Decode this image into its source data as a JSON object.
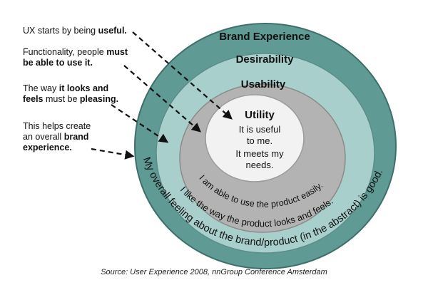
{
  "rings": {
    "brand_experience": {
      "title": "Brand Experience",
      "arc_text": "My overall feeling about the brand/product (in the abstract) is good.",
      "color": "#5f9a94"
    },
    "desirability": {
      "title": "Desirability",
      "arc_text": "I like the way the product looks and feels.",
      "color": "#a8cfcc"
    },
    "usability": {
      "title": "Usability",
      "arc_text": "I am able to use the product easily.",
      "color": "#b3b3b3"
    },
    "utility": {
      "title": "Utility",
      "lines": [
        "It is useful",
        "to me.",
        "It meets my",
        "needs."
      ],
      "color": "#f2f2f2"
    }
  },
  "annotations": [
    {
      "parts": [
        {
          "t": "UX starts by being ",
          "b": false
        },
        {
          "t": "useful.",
          "b": true
        }
      ]
    },
    {
      "parts": [
        {
          "t": "Functionality, people ",
          "b": false
        },
        {
          "t": "must",
          "b": true
        },
        {
          "t": "\n",
          "b": false
        },
        {
          "t": "be able to use it.",
          "b": true
        }
      ]
    },
    {
      "parts": [
        {
          "t": "The way ",
          "b": false
        },
        {
          "t": "it looks and",
          "b": true
        },
        {
          "t": "\n",
          "b": false
        },
        {
          "t": "feels",
          "b": true
        },
        {
          "t": " must be ",
          "b": false
        },
        {
          "t": "pleasing.",
          "b": true
        }
      ]
    },
    {
      "parts": [
        {
          "t": "This helps create",
          "b": false
        },
        {
          "t": "\n",
          "b": false
        },
        {
          "t": "an overall ",
          "b": false
        },
        {
          "t": "brand",
          "b": true
        },
        {
          "t": "\n",
          "b": false
        },
        {
          "t": "experience.",
          "b": true
        }
      ]
    }
  ],
  "source": "Source: User Experience 2008, nnGroup Conference Amsterdam"
}
